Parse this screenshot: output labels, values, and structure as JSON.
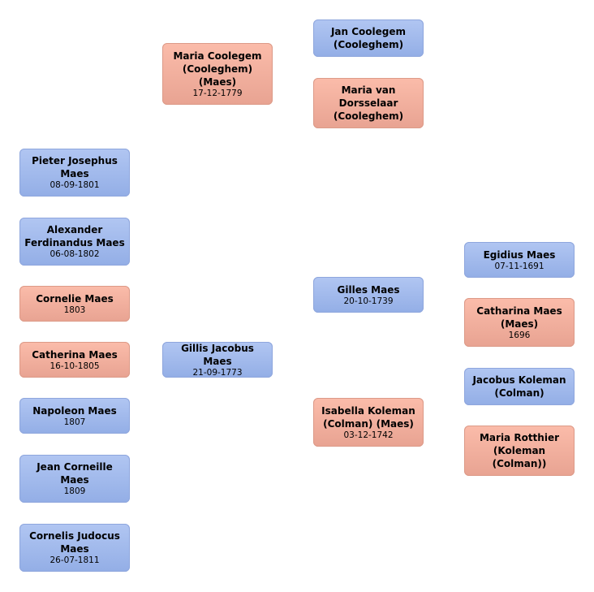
{
  "people": [
    {
      "id": "jan-coolegem",
      "name": "Jan Coolegem (Cooleghem)",
      "date": "",
      "sex": "male"
    },
    {
      "id": "maria-van-dorsselaar",
      "name": "Maria van Dorsselaar (Cooleghem)",
      "date": "",
      "sex": "female"
    },
    {
      "id": "maria-coolegem",
      "name": "Maria Coolegem (Cooleghem) (Maes)",
      "date": "17-12-1779",
      "sex": "female"
    },
    {
      "id": "pieter-josephus-maes",
      "name": "Pieter Josephus Maes",
      "date": "08-09-1801",
      "sex": "male"
    },
    {
      "id": "alexander-ferdinandus-maes",
      "name": "Alexander Ferdinandus Maes",
      "date": "06-08-1802",
      "sex": "male"
    },
    {
      "id": "cornelie-maes",
      "name": "Cornelie Maes",
      "date": "1803",
      "sex": "female"
    },
    {
      "id": "catherina-maes",
      "name": "Catherina Maes",
      "date": "16-10-1805",
      "sex": "female"
    },
    {
      "id": "napoleon-maes",
      "name": "Napoleon Maes",
      "date": "1807",
      "sex": "male"
    },
    {
      "id": "jean-corneille-maes",
      "name": "Jean Corneille Maes",
      "date": "1809",
      "sex": "male"
    },
    {
      "id": "cornelis-judocus-maes",
      "name": "Cornelis Judocus Maes",
      "date": "26-07-1811",
      "sex": "male"
    },
    {
      "id": "gillis-jacobus-maes",
      "name": "Gillis Jacobus Maes",
      "date": "21-09-1773",
      "sex": "male"
    },
    {
      "id": "gilles-maes",
      "name": "Gilles Maes",
      "date": "20-10-1739",
      "sex": "male"
    },
    {
      "id": "isabella-koleman",
      "name": "Isabella Koleman (Colman) (Maes)",
      "date": "03-12-1742",
      "sex": "female"
    },
    {
      "id": "egidius-maes",
      "name": "Egidius Maes",
      "date": "07-11-1691",
      "sex": "male"
    },
    {
      "id": "catharina-maes",
      "name": "Catharina Maes (Maes)",
      "date": "1696",
      "sex": "female"
    },
    {
      "id": "jacobus-koleman",
      "name": "Jacobus Koleman (Colman)",
      "date": "",
      "sex": "male"
    },
    {
      "id": "maria-rotthier",
      "name": "Maria Rotthier (Koleman (Colman))",
      "date": "",
      "sex": "female"
    }
  ]
}
